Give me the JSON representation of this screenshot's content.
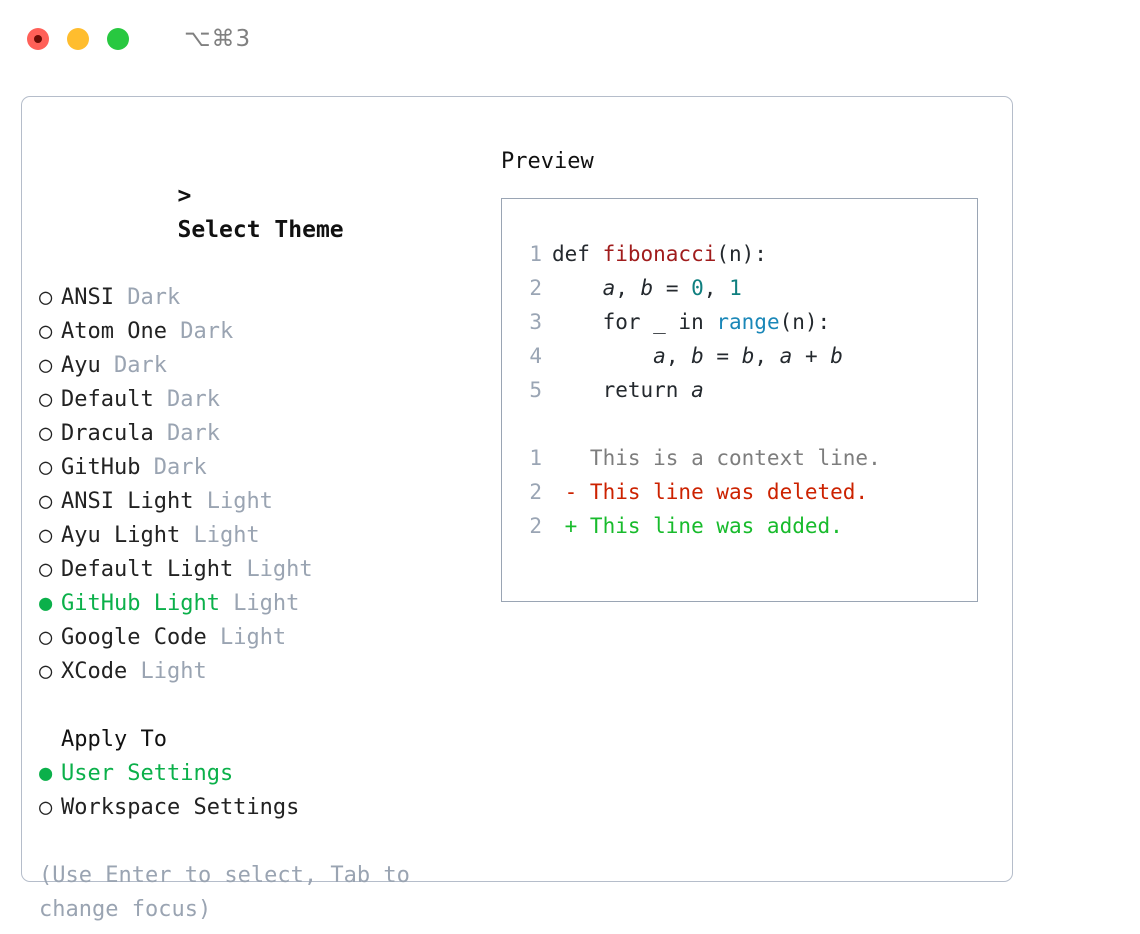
{
  "titlebar": {
    "shortcut": "⌥⌘3",
    "lights": [
      {
        "name": "close-button",
        "color": "#ff6058"
      },
      {
        "name": "minimize-button",
        "color": "#ffbd2e"
      },
      {
        "name": "maximize-button",
        "color": "#28c840"
      }
    ]
  },
  "colors": {
    "accent_green": "#0bb04a",
    "muted_gray": "#9aa4b2",
    "panel_border": "#b5bdca",
    "preview_border": "#9aa5b4",
    "diff_add": "#18bb2c",
    "diff_del": "#cc2200",
    "code_fn": "#a01c1c",
    "code_num": "#0f7f7f",
    "code_builtin": "#1a87b8"
  },
  "theme_picker": {
    "prompt": ">",
    "header": "Select Theme",
    "radio_unselected": "○",
    "radio_selected": "●",
    "items": [
      {
        "label": "ANSI",
        "tag": "Dark",
        "selected": false
      },
      {
        "label": "Atom One",
        "tag": "Dark",
        "selected": false
      },
      {
        "label": "Ayu",
        "tag": "Dark",
        "selected": false
      },
      {
        "label": "Default",
        "tag": "Dark",
        "selected": false
      },
      {
        "label": "Dracula",
        "tag": "Dark",
        "selected": false
      },
      {
        "label": "GitHub",
        "tag": "Dark",
        "selected": false
      },
      {
        "label": "ANSI Light",
        "tag": "Light",
        "selected": false
      },
      {
        "label": "Ayu Light",
        "tag": "Light",
        "selected": false
      },
      {
        "label": "Default Light",
        "tag": "Light",
        "selected": false
      },
      {
        "label": "GitHub Light",
        "tag": "Light",
        "selected": true
      },
      {
        "label": "Google Code",
        "tag": "Light",
        "selected": false
      },
      {
        "label": "XCode",
        "tag": "Light",
        "selected": false
      }
    ]
  },
  "apply_to": {
    "header": "Apply To",
    "items": [
      {
        "label": "User Settings",
        "selected": true
      },
      {
        "label": "Workspace Settings",
        "selected": false
      }
    ]
  },
  "hint": "(Use Enter to select, Tab to change focus)",
  "preview": {
    "title": "Preview",
    "code_lines": [
      {
        "no": "1",
        "tokens": [
          {
            "t": "def ",
            "c": "plain"
          },
          {
            "t": "fibonacci",
            "c": "fn"
          },
          {
            "t": "(n):",
            "c": "plain"
          }
        ]
      },
      {
        "no": "2",
        "tokens": [
          {
            "t": "    ",
            "c": "plain"
          },
          {
            "t": "a",
            "c": "var"
          },
          {
            "t": ", ",
            "c": "plain"
          },
          {
            "t": "b",
            "c": "var"
          },
          {
            "t": " = ",
            "c": "plain"
          },
          {
            "t": "0",
            "c": "num"
          },
          {
            "t": ", ",
            "c": "plain"
          },
          {
            "t": "1",
            "c": "num"
          }
        ]
      },
      {
        "no": "3",
        "tokens": [
          {
            "t": "    for _ in ",
            "c": "plain"
          },
          {
            "t": "range",
            "c": "blue"
          },
          {
            "t": "(n):",
            "c": "plain"
          }
        ]
      },
      {
        "no": "4",
        "tokens": [
          {
            "t": "        ",
            "c": "plain"
          },
          {
            "t": "a",
            "c": "var"
          },
          {
            "t": ", ",
            "c": "plain"
          },
          {
            "t": "b",
            "c": "var"
          },
          {
            "t": " = ",
            "c": "plain"
          },
          {
            "t": "b",
            "c": "var"
          },
          {
            "t": ", ",
            "c": "plain"
          },
          {
            "t": "a",
            "c": "var"
          },
          {
            "t": " + ",
            "c": "plain"
          },
          {
            "t": "b",
            "c": "var"
          }
        ]
      },
      {
        "no": "5",
        "tokens": [
          {
            "t": "    return ",
            "c": "plain"
          },
          {
            "t": "a",
            "c": "var"
          }
        ]
      }
    ],
    "diff_lines": [
      {
        "no": "1",
        "marker": " ",
        "text": "This is a context line.",
        "kind": "ctx"
      },
      {
        "no": "2",
        "marker": "-",
        "text": "This line was deleted.",
        "kind": "del"
      },
      {
        "no": "2",
        "marker": "+",
        "text": "This line was added.",
        "kind": "add"
      }
    ]
  }
}
